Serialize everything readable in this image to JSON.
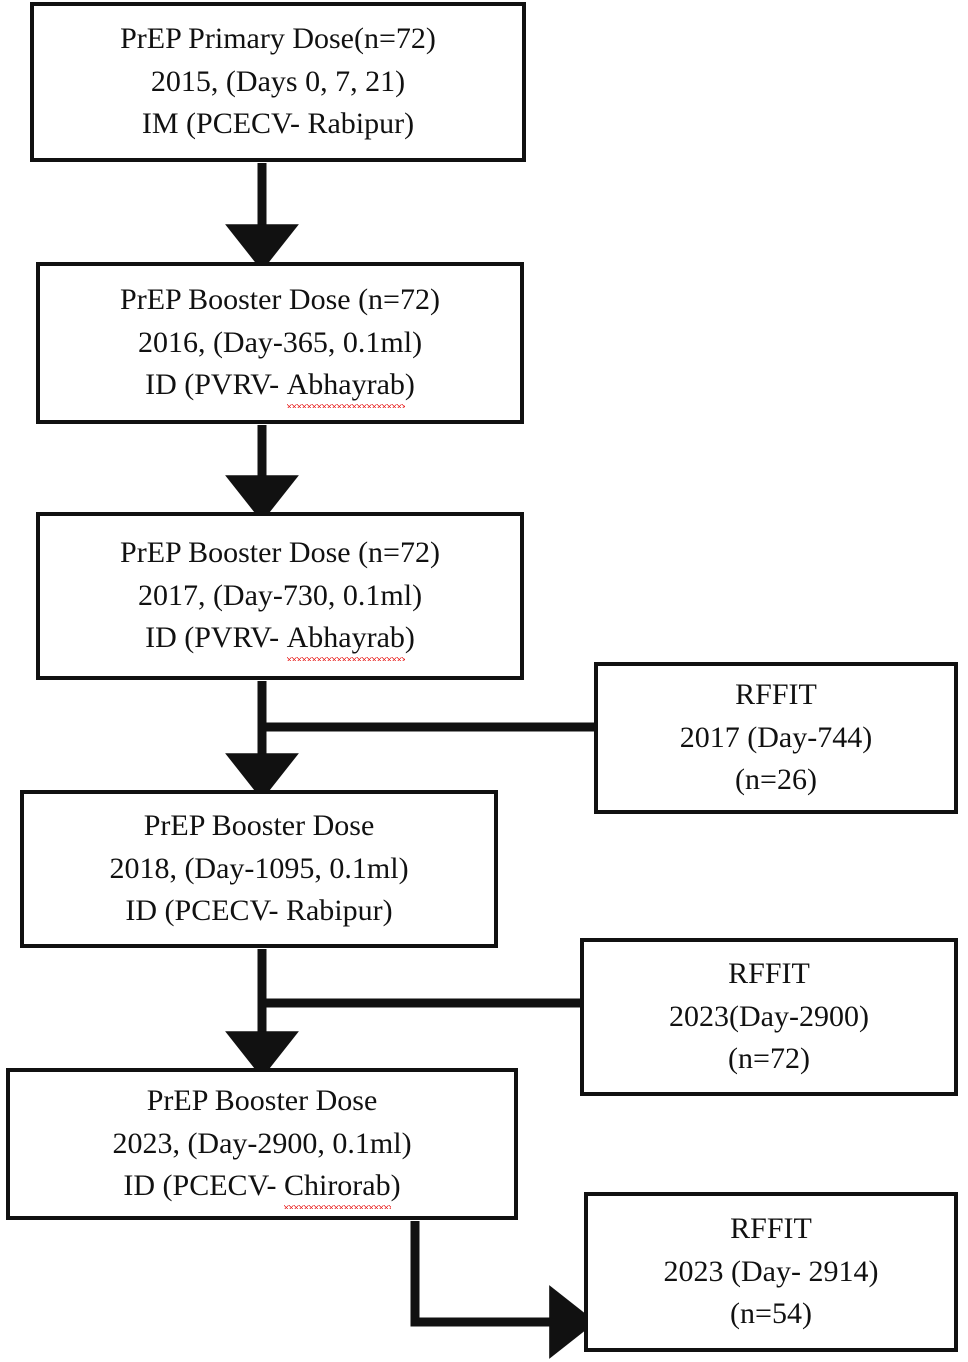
{
  "diagram": {
    "title": "PrEP rabies vaccination and RFFIT follow-up flowchart",
    "stroke_color": "#111111",
    "background_color": "#ffffff",
    "spellcheck_underline_color": "#e8201f",
    "nodes": [
      {
        "id": "primary-2015",
        "lines": [
          "PrEP Primary Dose(n=72)",
          "2015, (Days 0, 7, 21)",
          "IM (PCECV- Rabipur)"
        ],
        "misspelled_word": ""
      },
      {
        "id": "booster-2016",
        "lines": [
          "PrEP Booster Dose (n=72)",
          "2016, (Day-365, 0.1ml)",
          "ID (PVRV- Abhayrab)"
        ],
        "line3_prefix": "ID (PVRV- ",
        "line3_misspelled": "Abhayrab",
        "line3_suffix": ")"
      },
      {
        "id": "booster-2017",
        "lines": [
          "PrEP Booster Dose (n=72)",
          "2017, (Day-730, 0.1ml)",
          "ID (PVRV- Abhayrab)"
        ],
        "line3_prefix": "ID (PVRV- ",
        "line3_misspelled": "Abhayrab",
        "line3_suffix": ")"
      },
      {
        "id": "rffit-2017",
        "lines": [
          "RFFIT",
          "2017 (Day-744)",
          "(n=26)"
        ]
      },
      {
        "id": "booster-2018",
        "lines": [
          "PrEP Booster Dose",
          "2018, (Day-1095, 0.1ml)",
          "ID (PCECV- Rabipur)"
        ]
      },
      {
        "id": "rffit-2023a",
        "lines": [
          "RFFIT",
          "2023(Day-2900)",
          "(n=72)"
        ]
      },
      {
        "id": "booster-2023",
        "lines": [
          "PrEP Booster Dose",
          "2023, (Day-2900, 0.1ml)",
          "ID (PCECV- Chirorab)"
        ],
        "line3_prefix": "ID (PCECV- ",
        "line3_misspelled": "Chirorab",
        "line3_suffix": ")"
      },
      {
        "id": "rffit-2023b",
        "lines": [
          "RFFIT",
          "2023 (Day- 2914)",
          "(n=54)"
        ]
      }
    ]
  },
  "box_primary_2015": {
    "line1": "PrEP Primary Dose(n=72)",
    "line2": "2015, (Days 0, 7, 21)",
    "line3": "IM (PCECV- Rabipur)"
  },
  "box_booster_2016": {
    "line1": "PrEP Booster Dose (n=72)",
    "line2": "2016, (Day-365, 0.1ml)",
    "line3_prefix": "ID (PVRV- ",
    "line3_word": "Abhayrab",
    "line3_suffix": ")"
  },
  "box_booster_2017": {
    "line1": "PrEP Booster Dose (n=72)",
    "line2": "2017, (Day-730, 0.1ml)",
    "line3_prefix": "ID (PVRV- ",
    "line3_word": "Abhayrab",
    "line3_suffix": ")"
  },
  "box_rffit_2017": {
    "line1": "RFFIT",
    "line2": "2017 (Day-744)",
    "line3": "(n=26)"
  },
  "box_booster_2018": {
    "line1": "PrEP Booster Dose",
    "line2": "2018, (Day-1095, 0.1ml)",
    "line3": "ID (PCECV- Rabipur)"
  },
  "box_rffit_2023a": {
    "line1": "RFFIT",
    "line2": "2023(Day-2900)",
    "line3": "(n=72)"
  },
  "box_booster_2023": {
    "line1": "PrEP Booster Dose",
    "line2": "2023, (Day-2900, 0.1ml)",
    "line3_prefix": "ID (PCECV- ",
    "line3_word": "Chirorab",
    "line3_suffix": ")"
  },
  "box_rffit_2023b": {
    "line1": "RFFIT",
    "line2": "2023 (Day- 2914)",
    "line3": "(n=54)"
  }
}
